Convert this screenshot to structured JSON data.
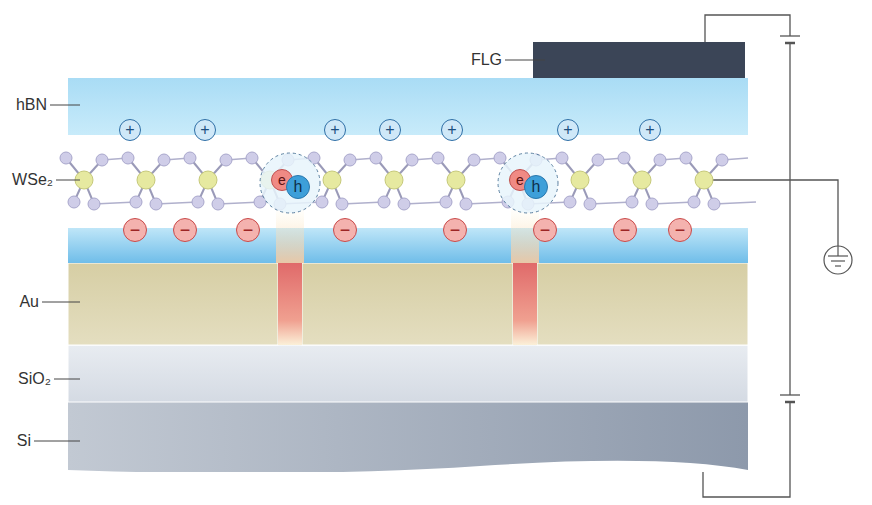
{
  "diagram": {
    "nodes": [
      {
        "text": [
          "+"
        ]
      },
      {
        "text": [
          "+"
        ]
      },
      {
        "text": [
          "+"
        ]
      },
      {
        "text": [
          "+"
        ]
      },
      {
        "text": [
          "+"
        ]
      },
      {
        "text": [
          "+"
        ]
      },
      {
        "text": [
          "+"
        ]
      },
      {
        "text": [
          "e"
        ]
      },
      {
        "text": [
          "h"
        ]
      },
      {
        "text": [
          "e"
        ]
      },
      {
        "text": [
          "h"
        ]
      },
      {
        "text": [
          "−"
        ]
      },
      {
        "text": [
          "−"
        ]
      },
      {
        "text": [
          "−"
        ]
      },
      {
        "text": [
          "−"
        ]
      },
      {
        "text": [
          "−"
        ]
      },
      {
        "text": [
          "−"
        ]
      },
      {
        "text": [
          "−"
        ]
      },
      {
        "text": [
          "−"
        ]
      }
    ],
    "edges": [],
    "labels": [
      "FLG",
      "hBN",
      "WSe₂",
      "Au",
      "SiO₂",
      "Si"
    ]
  }
}
